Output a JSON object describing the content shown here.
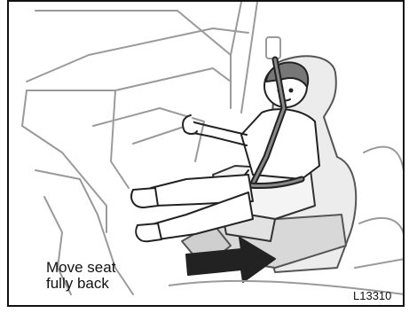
{
  "caption": {
    "line1": "Move seat",
    "line2": "fully back"
  },
  "figure_code": "L13310"
}
